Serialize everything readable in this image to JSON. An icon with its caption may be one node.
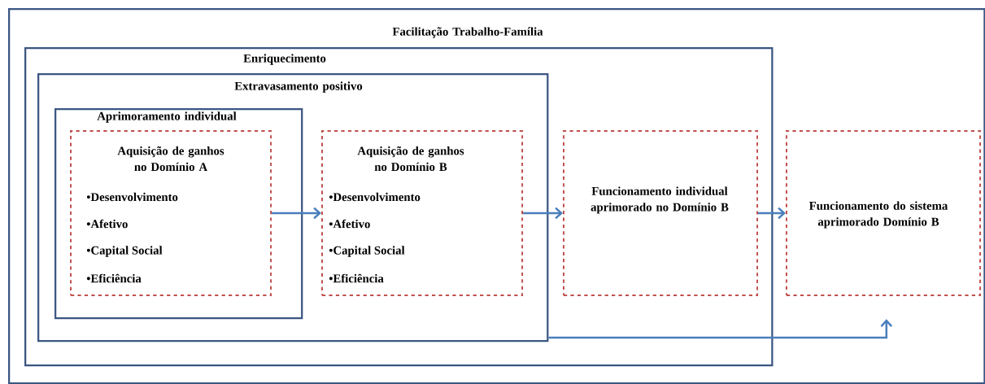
{
  "diagram": {
    "nodes": [
      {
        "text": [
          "Facilitação Trabalho-Família"
        ]
      },
      {
        "text": [
          "Enriquecimento"
        ],
        "in": 0
      },
      {
        "text": [
          "Extravasamento positivo"
        ],
        "in": 1
      },
      {
        "text": [
          "Aprimoramento individual"
        ],
        "in": 2
      },
      {
        "text": [
          "Aquisição de ganhos no Domínio A",
          "•Desenvolvimento",
          "•Afetivo",
          "•Capital Social",
          "•Eficiência"
        ],
        "in": 3
      },
      {
        "text": [
          "Aquisição de ganhos no Domínio B",
          "•Desenvolvimento",
          "•Afetivo",
          "•Capital Social",
          "•Eficiência"
        ],
        "in": 2
      },
      {
        "text": [
          "Funcionamento individual aprimorado no Domínio B"
        ],
        "in": 1
      },
      {
        "text": [
          "Funcionamento do sistema aprimorado Domínio B"
        ],
        "in": 0
      }
    ],
    "edges": [
      {
        "from": 4,
        "to": 5,
        "arrow": "to"
      },
      {
        "from": 5,
        "to": 6,
        "arrow": "to"
      },
      {
        "from": 6,
        "to": 7,
        "arrow": "to"
      },
      {
        "from": 2,
        "to": 7,
        "arrow": "to"
      }
    ]
  }
}
